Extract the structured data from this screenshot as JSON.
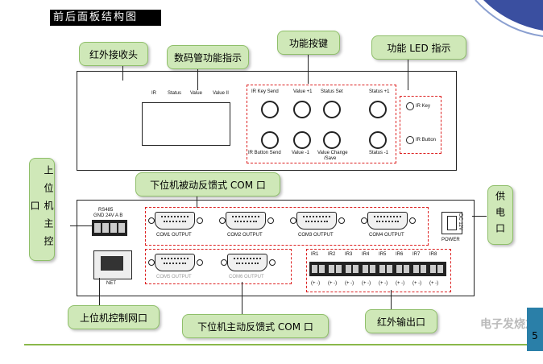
{
  "header": {
    "title": "前后面板结构图"
  },
  "callouts": {
    "ir_receiver": "红外接收头",
    "display": "数码管功能指示",
    "keys": "功能按键",
    "led": "功能 LED 指示",
    "host_com": "上位机主控口",
    "passive_com": "下位机被动反馈式 COM 口",
    "power": "供电口",
    "net": "上位机控制网口",
    "active_com": "下位机主动反馈式 COM 口",
    "ir_out": "红外输出口"
  },
  "front": {
    "ir": "IR",
    "status": "Status",
    "value": "Value",
    "value_ii": "Value II",
    "key_send": "IR Key Send",
    "value_plus": "Value +1",
    "status_set": "Status Set",
    "status_plus": "Status +1",
    "button_send": "IR Button Send",
    "value_minus": "Value -1",
    "value_change": "Value Change",
    "save": "/Save",
    "status_minus": "Status -1",
    "led_key": "IR Key",
    "led_button": "IR Button"
  },
  "rear": {
    "rs485": "RS485",
    "pins": "GND 24V  A   B",
    "com1": "COM1 OUTPUT",
    "com2": "COM2 OUTPUT",
    "com3": "COM3 OUTPUT",
    "com4": "COM4 OUTPUT",
    "com5": "COM5 OUTPUT",
    "com6": "COM6 OUTPUT",
    "power": "POWER",
    "dc": "DC 12V",
    "net": "NET",
    "ir_ports": [
      "IR1",
      "IR2",
      "IR3",
      "IR4",
      "IR5",
      "IR6",
      "IR7",
      "IR8"
    ],
    "polarity": "(+ -)"
  },
  "watermark": {
    "text": "电子发烧友",
    "page": "5"
  }
}
